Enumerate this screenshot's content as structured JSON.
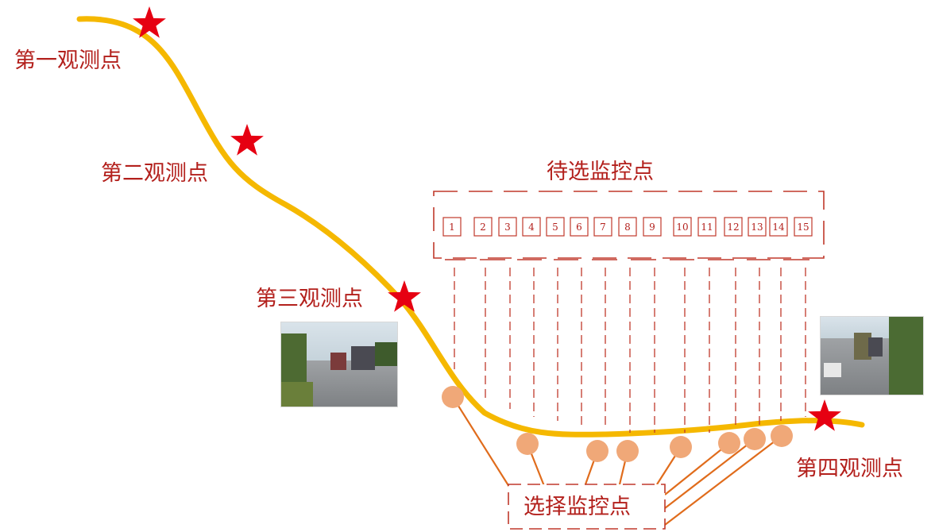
{
  "observation_points": [
    {
      "label": "第一观测点"
    },
    {
      "label": "第二观测点"
    },
    {
      "label": "第三观测点"
    },
    {
      "label": "第四观测点"
    }
  ],
  "candidate_group": {
    "title": "待选监控点"
  },
  "selected_group": {
    "title": "选择监控点"
  },
  "candidate_points": [
    "1",
    "2",
    "3",
    "4",
    "5",
    "6",
    "7",
    "8",
    "9",
    "10",
    "11",
    "12",
    "13",
    "14",
    "15"
  ],
  "colors": {
    "road": "#f5b800",
    "star": "#e60012",
    "label": "#b3201c",
    "dashed": "#c0392b",
    "selected_circle": "#f0a878",
    "connector": "#e06c1c"
  },
  "icons": {
    "observation": "star-icon",
    "selected": "circle-marker-icon"
  }
}
